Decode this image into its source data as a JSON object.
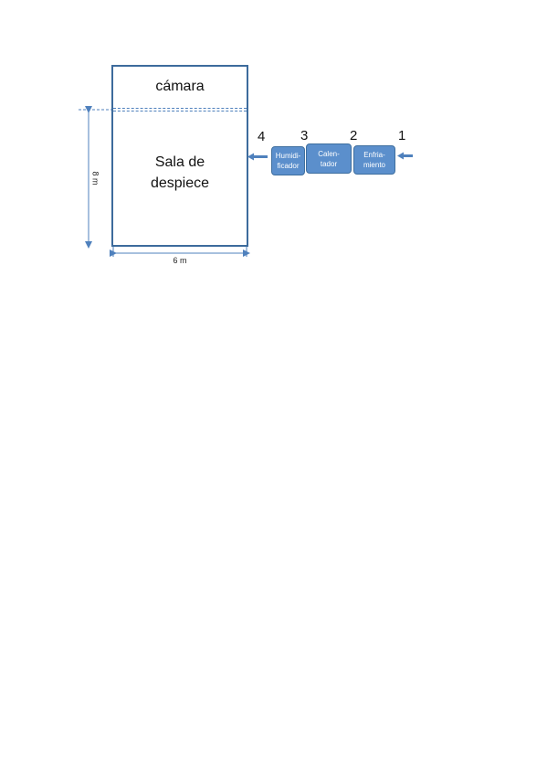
{
  "diagram": {
    "camera_label": "cámara",
    "room_label_line1": "Sala de",
    "room_label_line2": "despiece",
    "width_dim": "6 m",
    "height_dim": "8 m",
    "units": [
      {
        "number": "4",
        "label_line1": "Humidi-",
        "label_line2": "ficador"
      },
      {
        "number": "3",
        "label_line1": "Calen-",
        "label_line2": "tador"
      },
      {
        "number": "2",
        "label_line1": "Enfria-",
        "label_line2": "miento"
      },
      {
        "number": "1"
      }
    ],
    "colors": {
      "room_border": "#3d6b9c",
      "box_fill": "#5b8fcc",
      "arrow": "#4f81bd"
    }
  }
}
